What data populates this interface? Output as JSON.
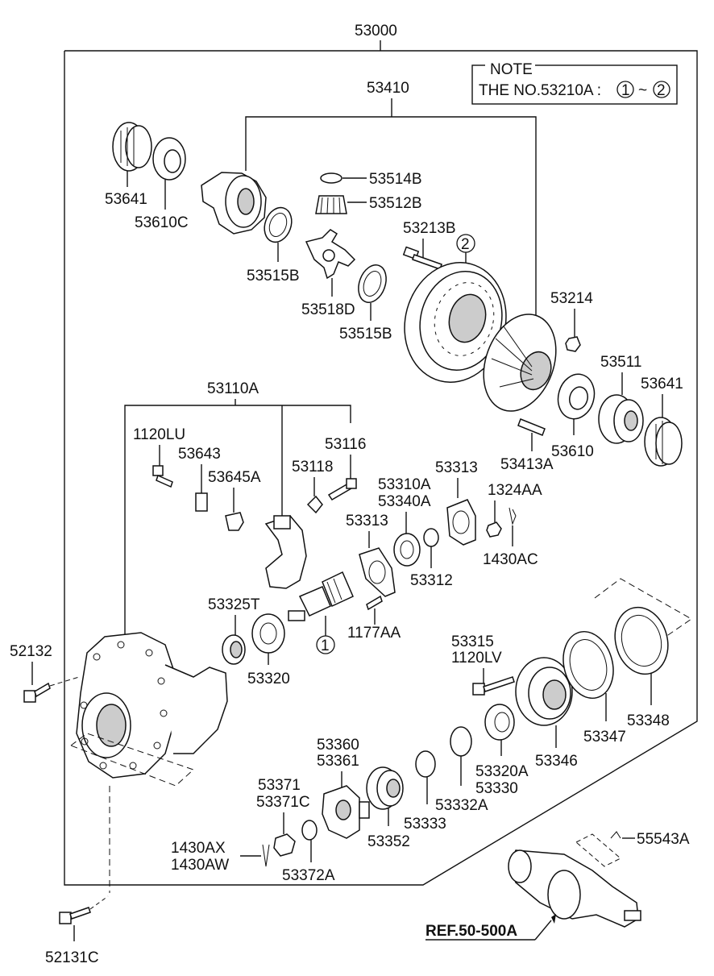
{
  "assembly_number": "53000",
  "note": {
    "title": "NOTE",
    "text": "THE NO.53210A : ",
    "ref_from": "1",
    "tilde": "~",
    "ref_to": "2"
  },
  "labels": {
    "p53410": "53410",
    "p53641_a": "53641",
    "p53610C": "53610C",
    "p53514B": "53514B",
    "p53512B": "53512B",
    "p53213B": "53213B",
    "p53515B_a": "53515B",
    "p53518D": "53518D",
    "p53515B_b": "53515B",
    "p53214": "53214",
    "p53511": "53511",
    "p53641_b": "53641",
    "p53610": "53610",
    "p53413A": "53413A",
    "p53110A": "53110A",
    "p1120LU": "1120LU",
    "p53643": "53643",
    "p53645A": "53645A",
    "p53116": "53116",
    "p53118": "53118",
    "p53310A": "53310A",
    "p53340A": "53340A",
    "p53313_a": "53313",
    "p1324AA": "1324AA",
    "p53313_b": "53313",
    "p53312": "53312",
    "p1430AC": "1430AC",
    "p53325T": "53325T",
    "p53320": "53320",
    "p1177AA": "1177AA",
    "p52132": "52132",
    "p53315": "53315",
    "p1120LV": "1120LV",
    "p53348": "53348",
    "p53347": "53347",
    "p53346": "53346",
    "p53320A": "53320A",
    "p53330": "53330",
    "p53360": "53360",
    "p53361": "53361",
    "p53332A": "53332A",
    "p53333": "53333",
    "p53352": "53352",
    "p53371": "53371",
    "p53371C": "53371C",
    "p1430AX": "1430AX",
    "p1430AW": "1430AW",
    "p53372A": "53372A",
    "p55543A": "55543A",
    "ref": "REF.50-500A",
    "p52131C": "52131C",
    "circle_1": "1",
    "circle_2": "2"
  }
}
